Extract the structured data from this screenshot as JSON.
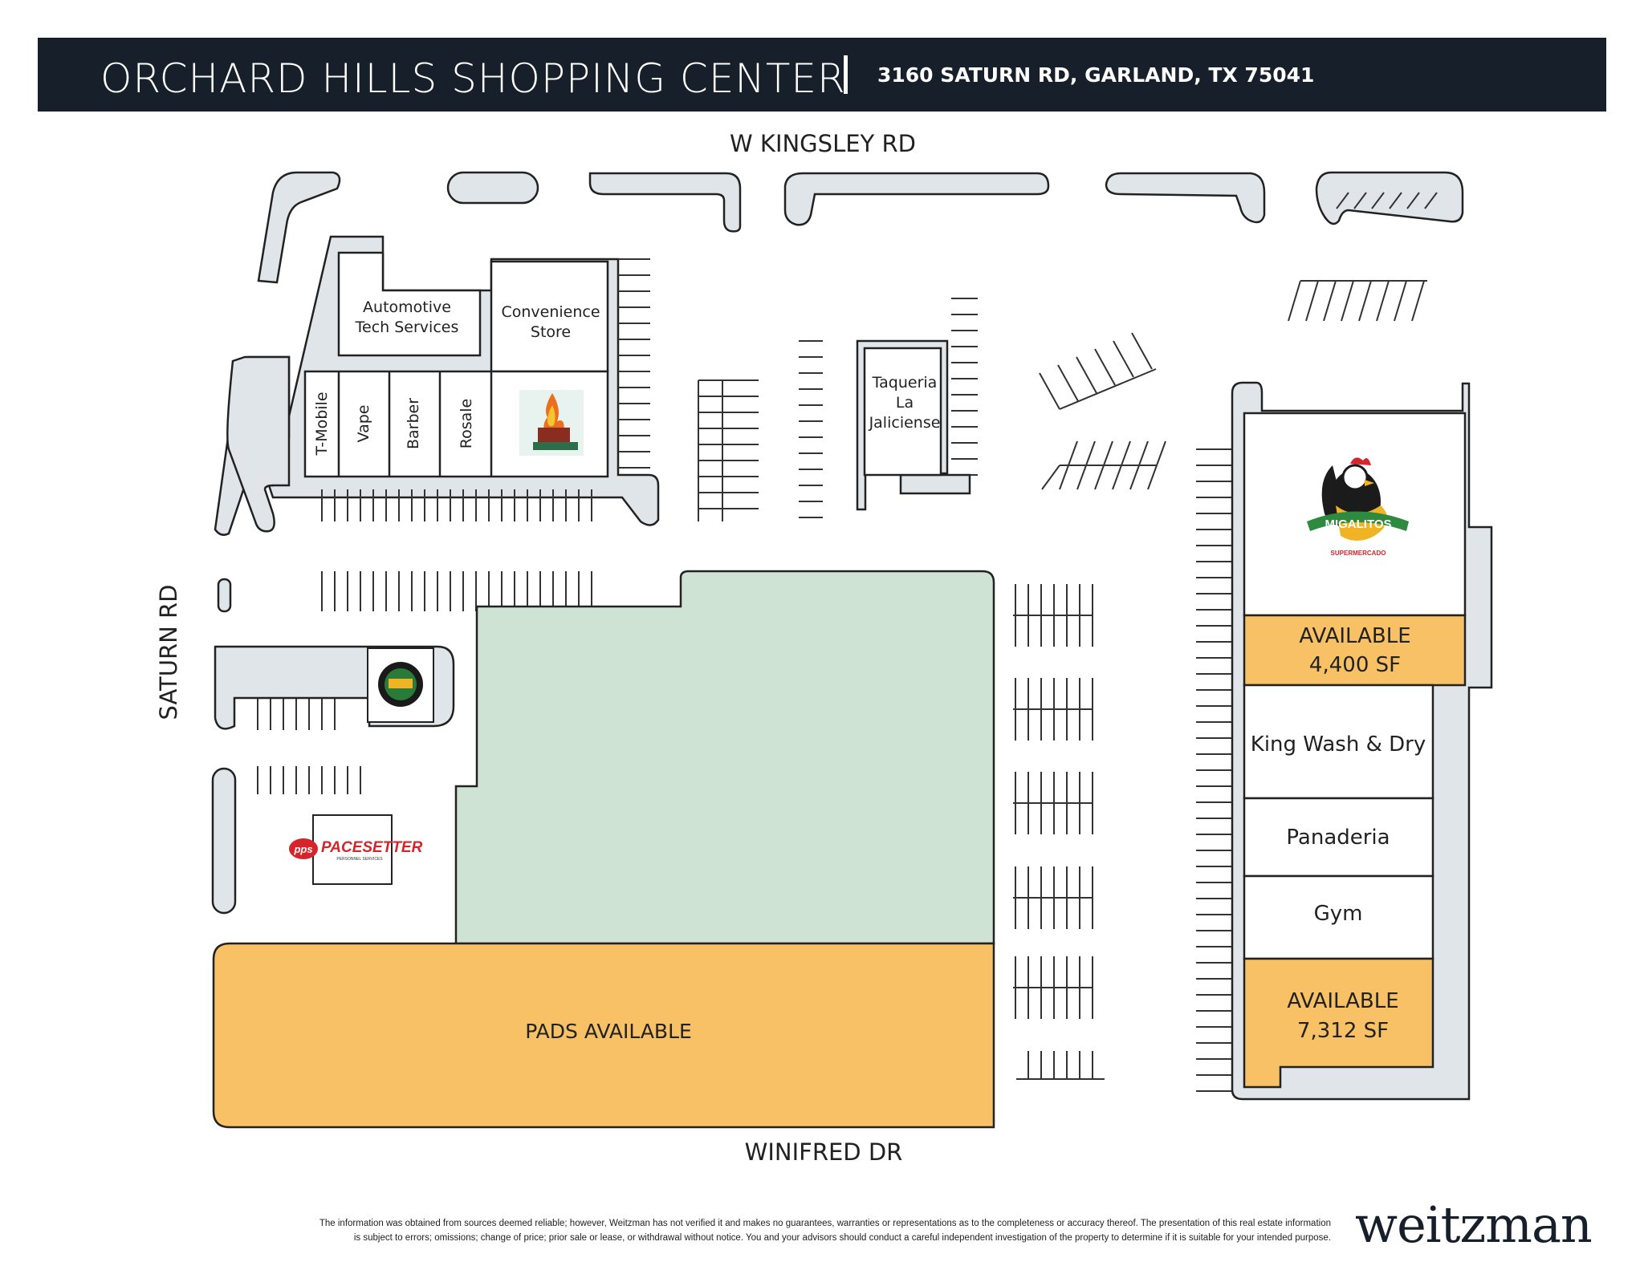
{
  "header": {
    "title": "ORCHARD HILLS SHOPPING CENTER",
    "address": "3160 SATURN RD, GARLAND, TX 75041"
  },
  "roads": {
    "north": "W KINGSLEY RD",
    "west": "SATURN RD",
    "south": "WINIFRED DR"
  },
  "tenants": {
    "automotive": [
      "Automotive",
      "Tech Services"
    ],
    "convenience": [
      "Convenience",
      "Store"
    ],
    "tmobile": "T-Mobile",
    "vape": "Vape",
    "barber": "Barber",
    "rosale": "Rosale",
    "taqueria": [
      "Taqueria",
      "La",
      "Jaliciense"
    ],
    "king_wash": "King Wash & Dry",
    "panaderia": "Panaderia",
    "gym": "Gym",
    "migalitos_logo": "MIGALITOS",
    "migalitos_sub": "SUPERMERCADO",
    "pacesetter_badge": "pps",
    "pacesetter_name": "PACESETTER",
    "pacesetter_sub": "PERSONNEL SERVICES"
  },
  "availability": {
    "suite_a": [
      "AVAILABLE",
      "4,400 SF"
    ],
    "suite_b": [
      "AVAILABLE",
      "7,312 SF"
    ],
    "pads": "PADS AVAILABLE"
  },
  "colors": {
    "header_bg": "#161f2a",
    "available": "#f8c165",
    "green_space": "#cfe3d5",
    "curb": "#dfe5e8"
  },
  "footer": {
    "disclaimer_1": "The information was obtained from sources deemed reliable; however, Weitzman has not verified it and makes no guarantees, warranties or representations as to the completeness or accuracy thereof.  The presentation of this real estate information",
    "disclaimer_2": "is subject to errors; omissions; change of price; prior sale or lease, or withdrawal without notice. You and your advisors should conduct a careful independent investigation of the property to determine if it is suitable for your intended purpose.",
    "brand": "weitzman"
  }
}
